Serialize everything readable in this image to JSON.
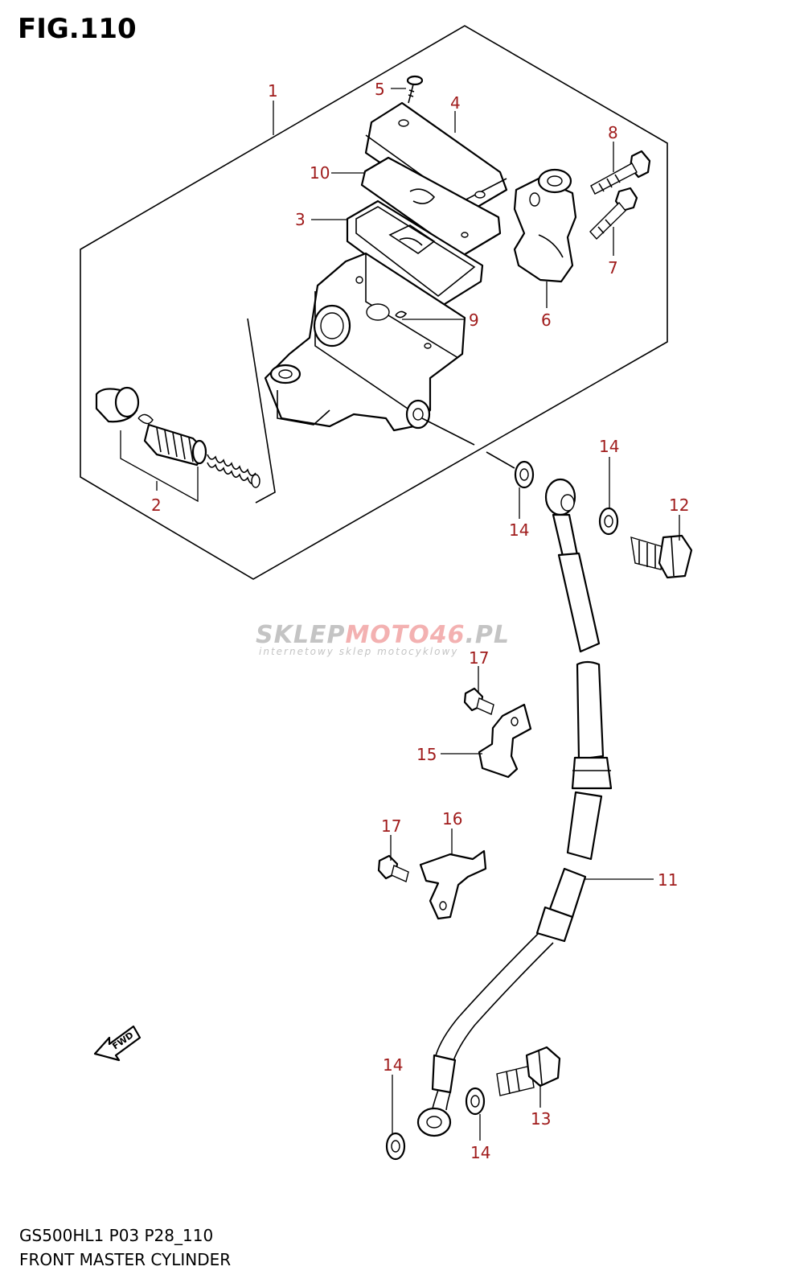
{
  "header": {
    "figure_title": "FIG.110"
  },
  "footer": {
    "model_code": "GS500HL1 P03 P28_110",
    "diagram_name": "FRONT MASTER CYLINDER"
  },
  "watermark": {
    "brand_main": "SKLEP",
    "brand_accent": "MOTO46",
    "brand_suffix": ".PL",
    "tagline": "internetowy sklep motocyklowy"
  },
  "direction_marker": {
    "label": "FWD",
    "icon": "fwd-arrow-icon"
  },
  "callouts": [
    {
      "id": "c1",
      "label": "1"
    },
    {
      "id": "c2",
      "label": "2"
    },
    {
      "id": "c3",
      "label": "3"
    },
    {
      "id": "c4",
      "label": "4"
    },
    {
      "id": "c5",
      "label": "5"
    },
    {
      "id": "c6",
      "label": "6"
    },
    {
      "id": "c7",
      "label": "7"
    },
    {
      "id": "c8",
      "label": "8"
    },
    {
      "id": "c9",
      "label": "9"
    },
    {
      "id": "c10",
      "label": "10"
    },
    {
      "id": "c11",
      "label": "11"
    },
    {
      "id": "c12",
      "label": "12"
    },
    {
      "id": "c13",
      "label": "13"
    },
    {
      "id": "c14a",
      "label": "14"
    },
    {
      "id": "c14b",
      "label": "14"
    },
    {
      "id": "c14c",
      "label": "14"
    },
    {
      "id": "c14d",
      "label": "14"
    },
    {
      "id": "c15",
      "label": "15"
    },
    {
      "id": "c16",
      "label": "16"
    },
    {
      "id": "c17a",
      "label": "17"
    },
    {
      "id": "c17b",
      "label": "17"
    }
  ],
  "colors": {
    "callout_text": "#a01c1c",
    "line_art": "#000000",
    "watermark_gray": "#c4c4c4",
    "watermark_red": "#f3b1b1"
  }
}
